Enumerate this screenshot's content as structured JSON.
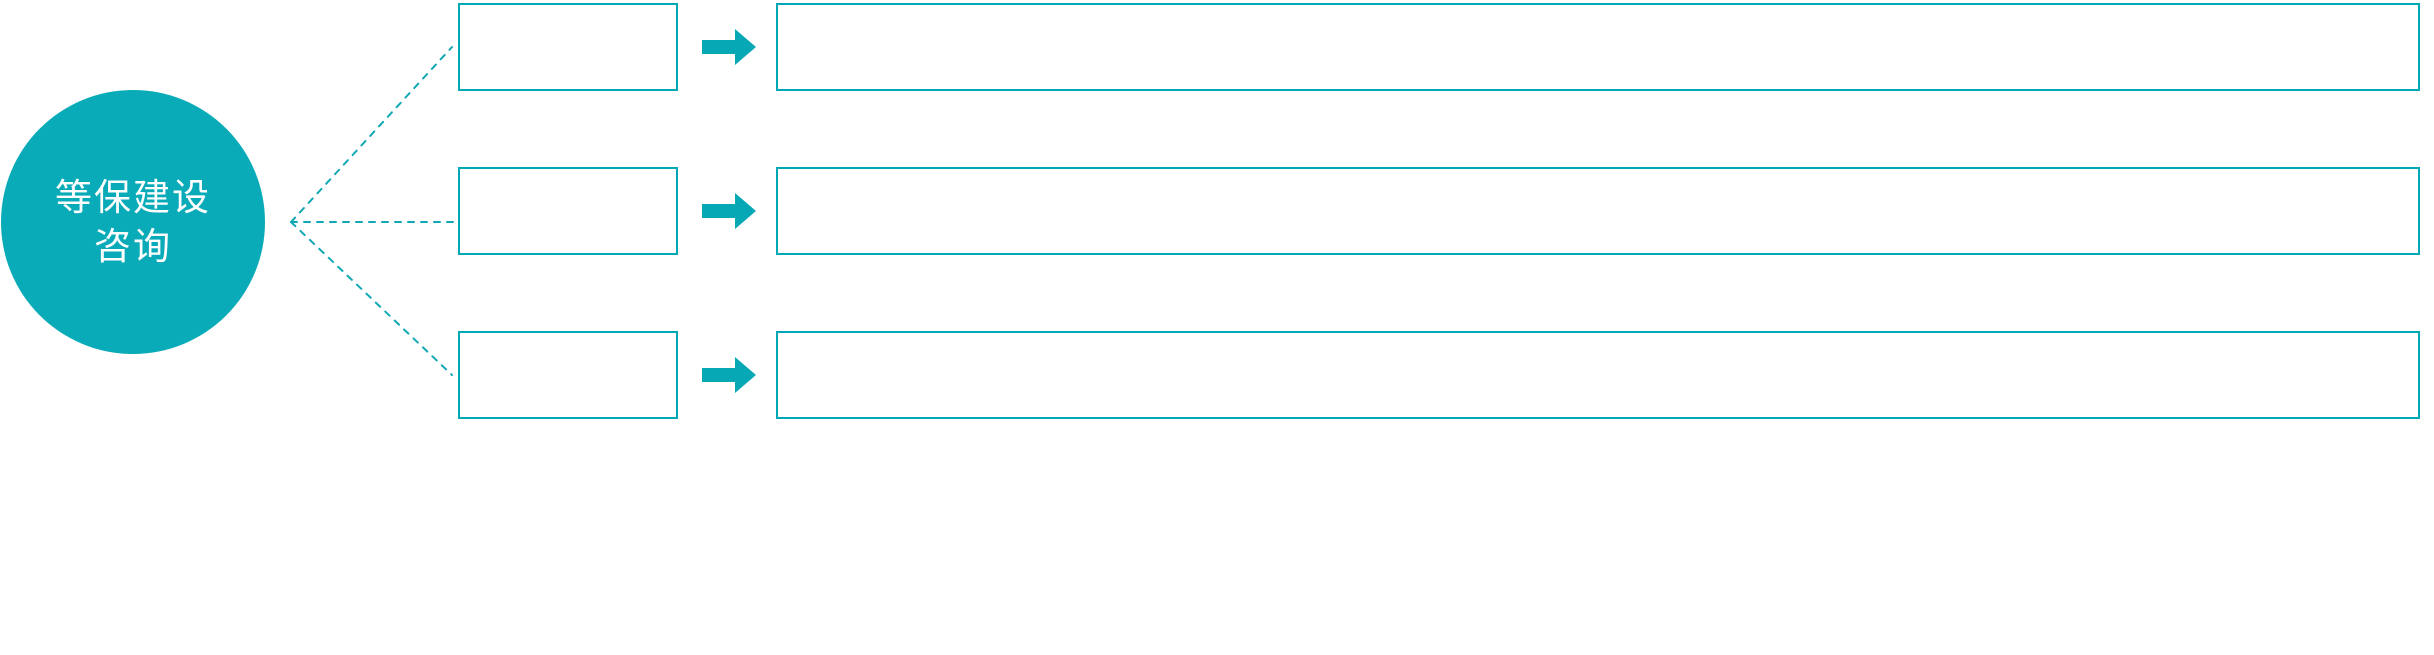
{
  "diagram": {
    "type": "fan-out-flow",
    "accent_color": "#00a7b5",
    "hub_fill": "#0aabb8",
    "box_border_color": "#00a7b5",
    "box_fill": "#ffffff",
    "connector_style": "dotted",
    "arrow_color": "#07a8b6",
    "hub": {
      "label": "等保建设\n咨询",
      "text_color": "#ffffff"
    },
    "rows": [
      {
        "stage_label": "",
        "detail_label": "",
        "arrow_icon": "right-arrow-icon"
      },
      {
        "stage_label": "",
        "detail_label": "",
        "arrow_icon": "right-arrow-icon"
      },
      {
        "stage_label": "",
        "detail_label": "",
        "arrow_icon": "right-arrow-icon"
      }
    ]
  }
}
